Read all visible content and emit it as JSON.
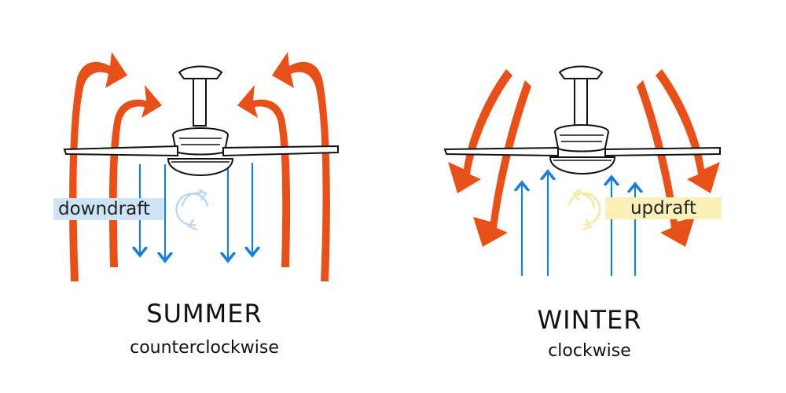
{
  "panels": [
    {
      "season": "SUMMER",
      "direction": "counterclockwise",
      "airflow_label": "downdraft",
      "airflow_label_color": "#cfe3f6",
      "rotation_icon": "counterclockwise-rotation-icon"
    },
    {
      "season": "WINTER",
      "direction": "clockwise",
      "airflow_label": "updraft",
      "airflow_label_color": "#fbf1b8",
      "rotation_icon": "clockwise-rotation-icon"
    }
  ],
  "colors": {
    "warm_air": "#e8501a",
    "cool_air": "#1a7fd4",
    "fan_outline": "#111111"
  }
}
